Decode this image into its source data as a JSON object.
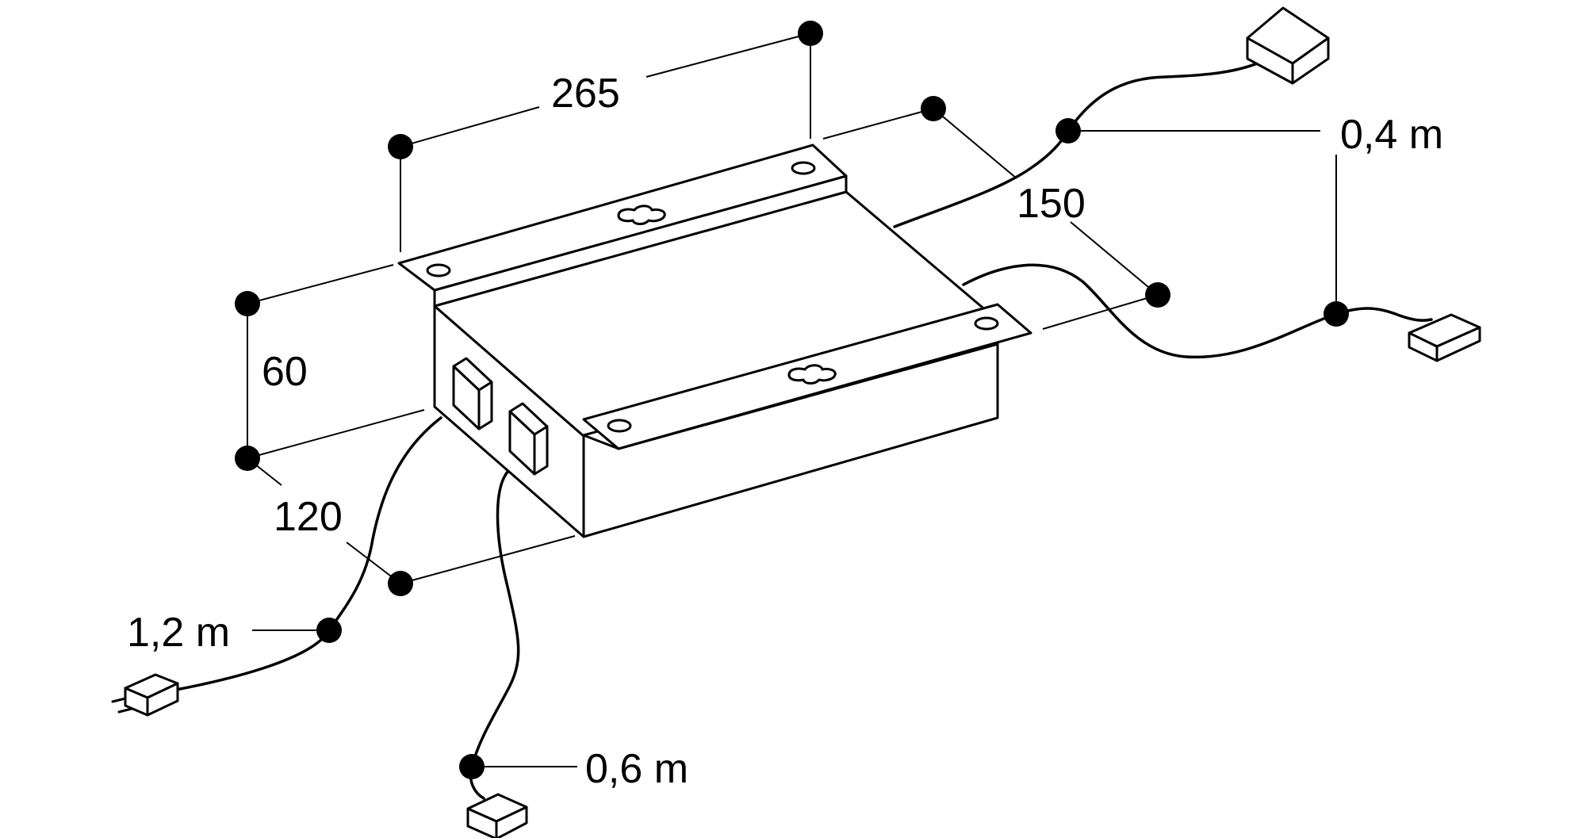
{
  "dimensions": {
    "length": "265",
    "depth": "150",
    "height": "60",
    "width": "120"
  },
  "cables": {
    "power_cable": "1,2 m",
    "left_cable": "0,6 m",
    "right_cable": "0,4 m"
  },
  "colors": {
    "stroke": "#000000",
    "background": "#ffffff"
  }
}
